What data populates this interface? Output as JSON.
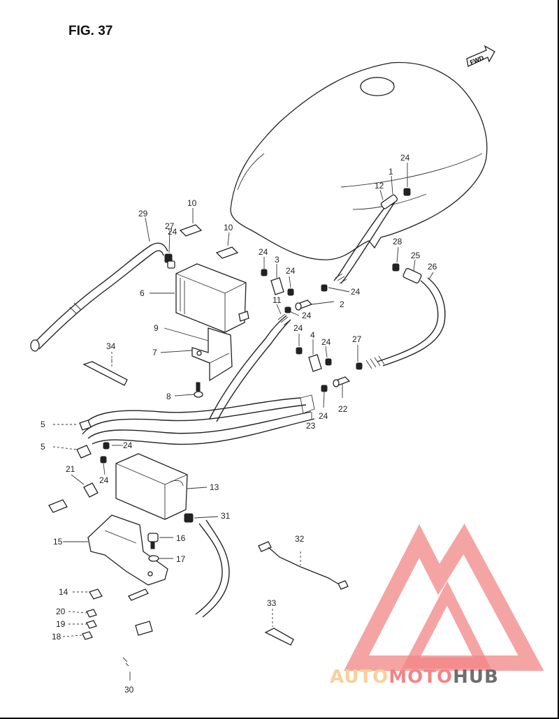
{
  "figure": {
    "title": "FIG. 37",
    "fwd_label": "FWD"
  },
  "labels": [
    {
      "id": "1",
      "text": "1"
    },
    {
      "id": "2",
      "text": "2"
    },
    {
      "id": "3",
      "text": "3"
    },
    {
      "id": "4",
      "text": "4"
    },
    {
      "id": "5a",
      "text": "5"
    },
    {
      "id": "5b",
      "text": "5"
    },
    {
      "id": "6",
      "text": "6"
    },
    {
      "id": "7",
      "text": "7"
    },
    {
      "id": "8",
      "text": "8"
    },
    {
      "id": "9",
      "text": "9"
    },
    {
      "id": "10a",
      "text": "10"
    },
    {
      "id": "10b",
      "text": "10"
    },
    {
      "id": "11",
      "text": "11"
    },
    {
      "id": "12",
      "text": "12"
    },
    {
      "id": "13",
      "text": "13"
    },
    {
      "id": "14",
      "text": "14"
    },
    {
      "id": "15",
      "text": "15"
    },
    {
      "id": "16",
      "text": "16"
    },
    {
      "id": "17",
      "text": "17"
    },
    {
      "id": "18",
      "text": "18"
    },
    {
      "id": "19",
      "text": "19"
    },
    {
      "id": "20",
      "text": "20"
    },
    {
      "id": "21",
      "text": "21"
    },
    {
      "id": "22",
      "text": "22"
    },
    {
      "id": "23",
      "text": "23"
    },
    {
      "id": "24a",
      "text": "24"
    },
    {
      "id": "24b",
      "text": "24"
    },
    {
      "id": "24c",
      "text": "24"
    },
    {
      "id": "24d",
      "text": "24"
    },
    {
      "id": "24e",
      "text": "24"
    },
    {
      "id": "24f",
      "text": "24"
    },
    {
      "id": "24g",
      "text": "24"
    },
    {
      "id": "24h",
      "text": "24"
    },
    {
      "id": "24i",
      "text": "24"
    },
    {
      "id": "24j",
      "text": "24"
    },
    {
      "id": "24k",
      "text": "24"
    },
    {
      "id": "25",
      "text": "25"
    },
    {
      "id": "26",
      "text": "26"
    },
    {
      "id": "27a",
      "text": "27"
    },
    {
      "id": "27b",
      "text": "27"
    },
    {
      "id": "28",
      "text": "28"
    },
    {
      "id": "29",
      "text": "29"
    },
    {
      "id": "30",
      "text": "30"
    },
    {
      "id": "31",
      "text": "31"
    },
    {
      "id": "32",
      "text": "32"
    },
    {
      "id": "33",
      "text": "33"
    },
    {
      "id": "34",
      "text": "34"
    }
  ],
  "watermark": {
    "text_auto": "AUTO",
    "text_moto": "MOTO",
    "text_hub": "HUB",
    "color_light": "#f5c98a",
    "color_red": "#f07070",
    "color_dark": "#555555"
  }
}
